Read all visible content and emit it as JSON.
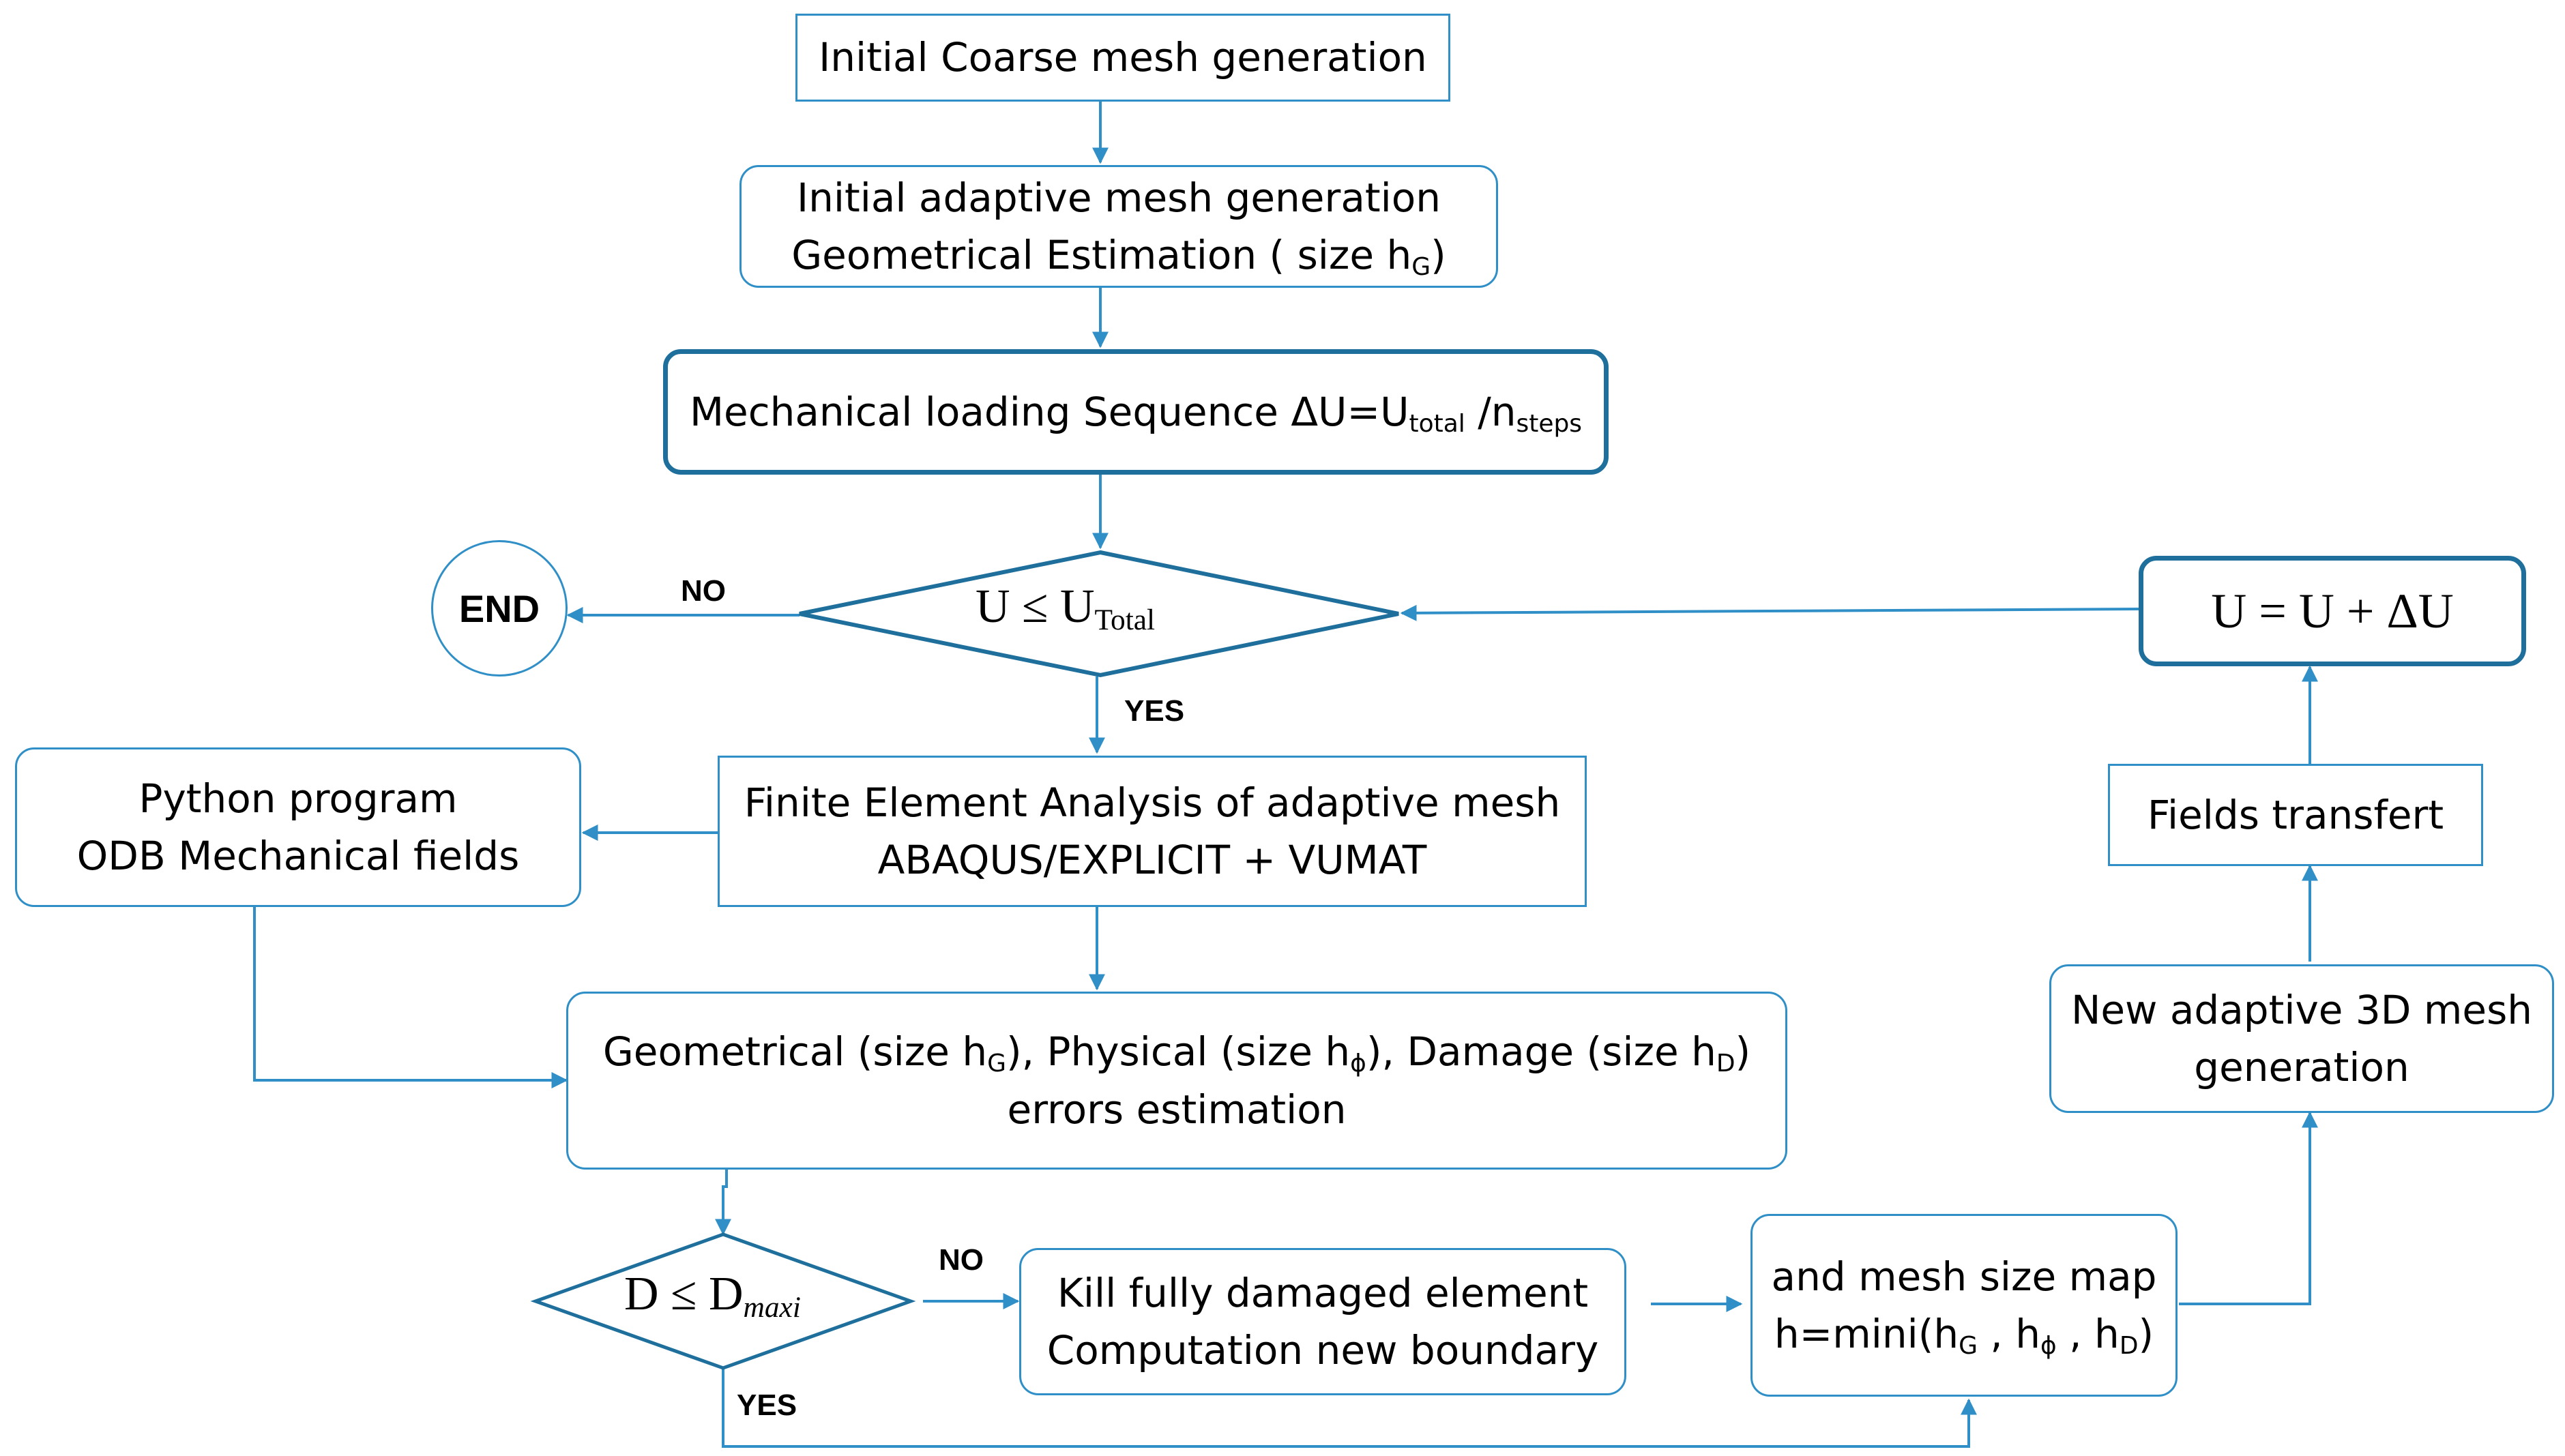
{
  "nodes": {
    "coarse_mesh": {
      "text": "Initial Coarse mesh generation"
    },
    "initial_adaptive": {
      "line1": "Initial adaptive mesh generation",
      "line2": "Geometrical Estimation ( size h",
      "line2_sub": "G",
      "line2_end": ")"
    },
    "loading": {
      "text": "Mechanical loading Sequence ΔU=U",
      "sub1": "total",
      "mid": " /n",
      "sub2": "steps"
    },
    "end": {
      "text": "END"
    },
    "u_check": {
      "text": "U ≤ U",
      "sub": "Total"
    },
    "u_update": {
      "text": "U = U + ΔU"
    },
    "fea": {
      "line1": "Finite Element Analysis of adaptive mesh",
      "line2": "ABAQUS/EXPLICIT + VUMAT"
    },
    "python": {
      "line1": "Python program",
      "line2": "ODB Mechanical fields"
    },
    "errors": {
      "a": "Geometrical (size h",
      "a_sub": "G",
      "b": "),  Physical (size h",
      "b_sub": "ϕ",
      "c": "), Damage (size h",
      "c_sub": "D",
      "d": ")",
      "line2": "errors estimation"
    },
    "fields_transfer": {
      "text": "Fields transfert"
    },
    "new_mesh": {
      "line1": "New adaptive 3D mesh",
      "line2": "generation"
    },
    "d_check": {
      "text": "D ≤ D",
      "sub": "maxi"
    },
    "kill": {
      "line1": "Kill fully damaged element",
      "line2": "Computation new boundary"
    },
    "size_map": {
      "line1": "and mesh size map",
      "a": "h=mini(h",
      "a_sub": "G",
      "b": " , h",
      "b_sub": "ϕ",
      "c": " , h",
      "c_sub": "D",
      "d": ")"
    }
  },
  "edge_labels": {
    "no_1": "NO",
    "yes_1": "YES",
    "no_2": "NO",
    "yes_2": "YES"
  },
  "colors": {
    "line": "#2f8fc6",
    "thick_border": "#1f6f9c"
  }
}
